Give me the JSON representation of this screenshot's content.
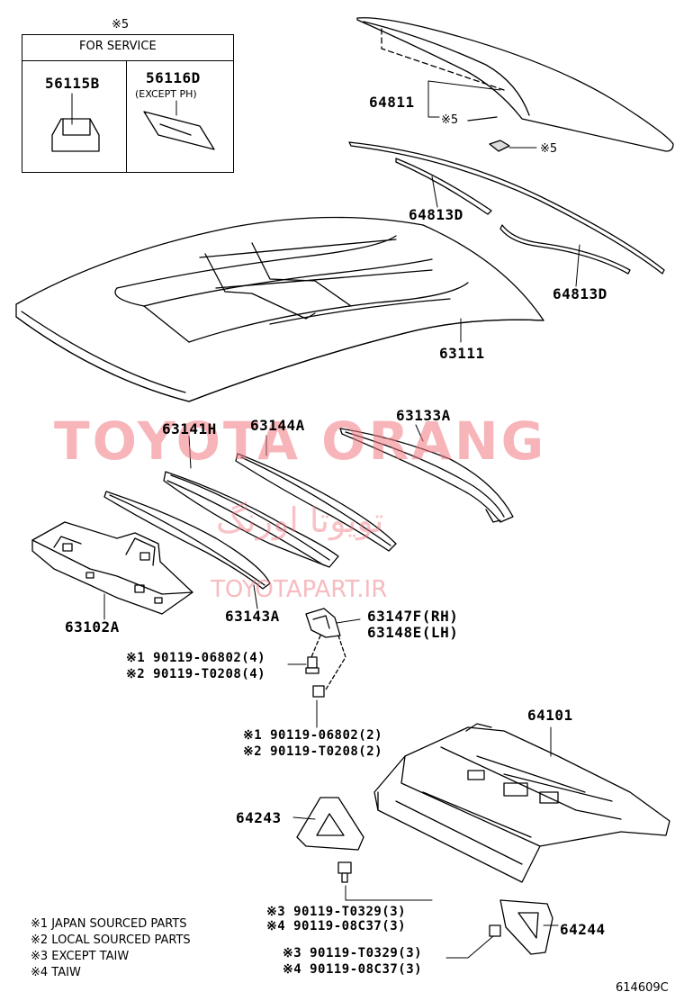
{
  "service_box": {
    "mark": "※5",
    "title": "FOR SERVICE",
    "part_left": "56115B",
    "part_right": "56116D",
    "part_right_note": "(EXCEPT PH)"
  },
  "parts": {
    "p64811": "64811",
    "p64811_mark": "※5",
    "p64811_mark2": "※5",
    "p64813d_a": "64813D",
    "p64813d_b": "64813D",
    "p63111": "63111",
    "p63141h": "63141H",
    "p63144a": "63144A",
    "p63133a": "63133A",
    "p63102a": "63102A",
    "p63143a": "63143A",
    "p63147f": "63147F(RH)",
    "p63148e": "63148E(LH)",
    "bolt1_a": "※1 90119-06802(4)",
    "bolt1_b": "※2 90119-T0208(4)",
    "bolt2_a": "※1 90119-06802(2)",
    "bolt2_b": "※2 90119-T0208(2)",
    "p64101": "64101",
    "p64243": "64243",
    "bolt3_a": "※3  90119-T0329(3)",
    "bolt3_b": "※4  90119-08C37(3)",
    "p64244": "64244",
    "bolt4_a": "※3  90119-T0329(3)",
    "bolt4_b": "※4  90119-08C37(3)"
  },
  "legend": [
    "※1 JAPAN SOURCED PARTS",
    "※2 LOCAL SOURCED PARTS",
    "※3 EXCEPT TAIW",
    "※4 TAIW"
  ],
  "figure_code": "614609C",
  "watermark": {
    "brand": "TOYOTA ORANG",
    "persian": "تویوتا اورنگ",
    "site": "TOYOTAPART.IR"
  },
  "colors": {
    "line": "#000000",
    "watermark": "#f07882"
  }
}
